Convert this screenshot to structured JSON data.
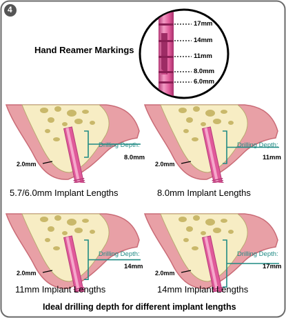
{
  "panel_number": "4",
  "title": "Hand Reamer Markings",
  "markings": [
    "17mm",
    "14mm",
    "11mm",
    "8.0mm",
    "6.0mm"
  ],
  "crest_marking": "2.0mm",
  "drilling_depth_label": "Drilling Depth:",
  "panels": [
    {
      "label": "5.7/6.0mm Implant Lengths",
      "depth": "8.0mm"
    },
    {
      "label": "8.0mm Implant Lengths",
      "depth": "11mm"
    },
    {
      "label": "11mm Implant Lengths",
      "depth": "14mm"
    },
    {
      "label": "14mm Implant Lengths",
      "depth": "17mm"
    }
  ],
  "caption": "Ideal drilling depth for different implant lengths",
  "colors": {
    "gum": "#e8a0a6",
    "gum_edge": "#c96b76",
    "bone": "#f7edc4",
    "bone_spots": "#c9b86a",
    "reamer": "#e05a9a",
    "reamer_dark": "#b53a78",
    "depth_line": "#1f8a84",
    "frame": "#6b6b6b"
  }
}
